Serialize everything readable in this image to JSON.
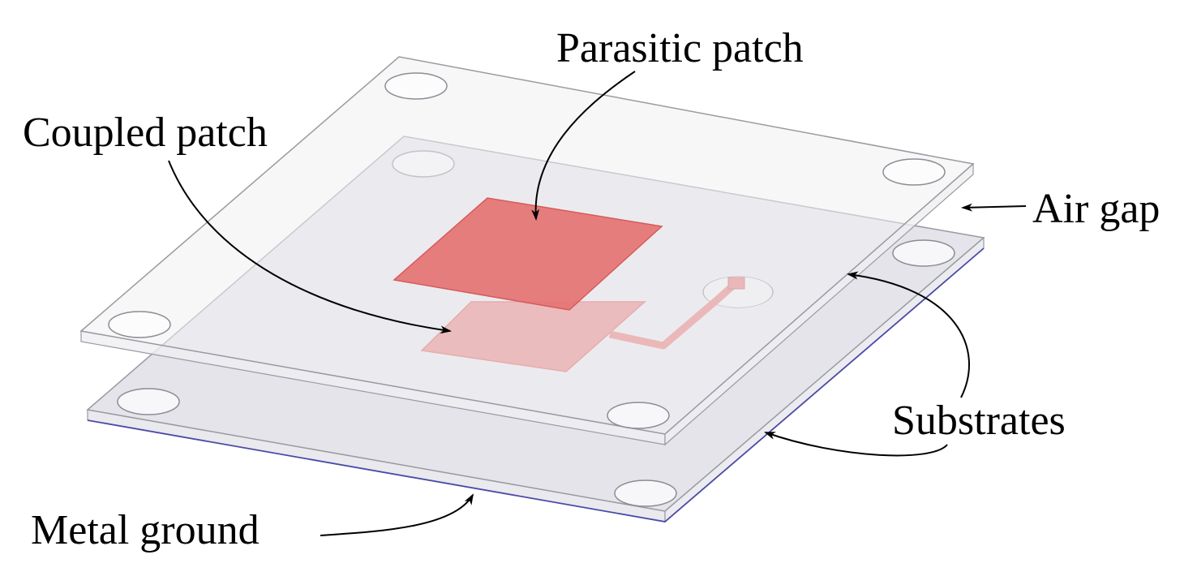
{
  "labels": {
    "parasitic_patch": "Parasitic patch",
    "coupled_patch": "Coupled patch",
    "air_gap": "Air gap",
    "substrates": "Substrates",
    "metal_ground": "Metal ground"
  },
  "colors": {
    "patch_fill": "#e57373",
    "patch_edge": "#d85a5a",
    "substrate_top_fill": "#f1f1f3",
    "substrate_bottom_fill": "#e4e4ea",
    "substrate_edge": "#9a9aa2",
    "ground_edge": "#4a4aa8",
    "arrow": "#000000"
  }
}
